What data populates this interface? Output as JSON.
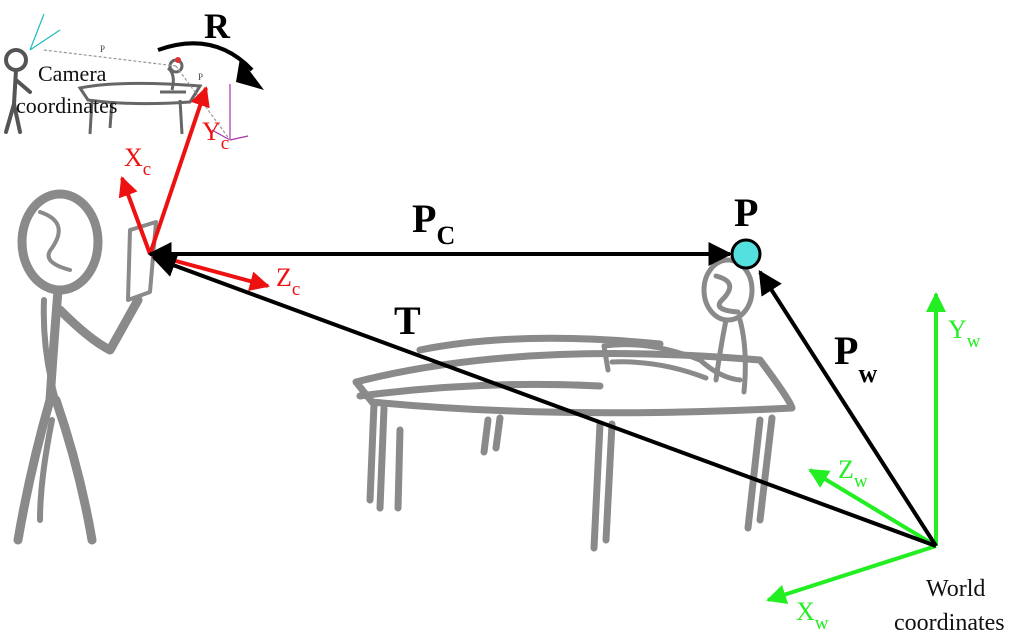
{
  "labels": {
    "rotation": "R",
    "camera_coords": [
      "Camera",
      "coordinates"
    ],
    "xc": {
      "main": "X",
      "sub": "c"
    },
    "yc": {
      "main": "Y",
      "sub": "c"
    },
    "zc": {
      "main": "Z",
      "sub": "c"
    },
    "pc": {
      "main": "P",
      "sub": "C"
    },
    "point": "P",
    "translation": "T",
    "pw": {
      "main": "P",
      "sub": "w"
    },
    "yw": {
      "main": "Y",
      "sub": "w"
    },
    "zw": {
      "main": "Z",
      "sub": "w"
    },
    "xw": {
      "main": "X",
      "sub": "w"
    },
    "world_coords": [
      "World",
      "coordinates"
    ]
  },
  "colors": {
    "camera_axes": "#ee1111",
    "world_axes": "#22ee22",
    "vectors": "#000000",
    "sketch": "#8a8a8a",
    "point_fill": "#55e0e0"
  }
}
